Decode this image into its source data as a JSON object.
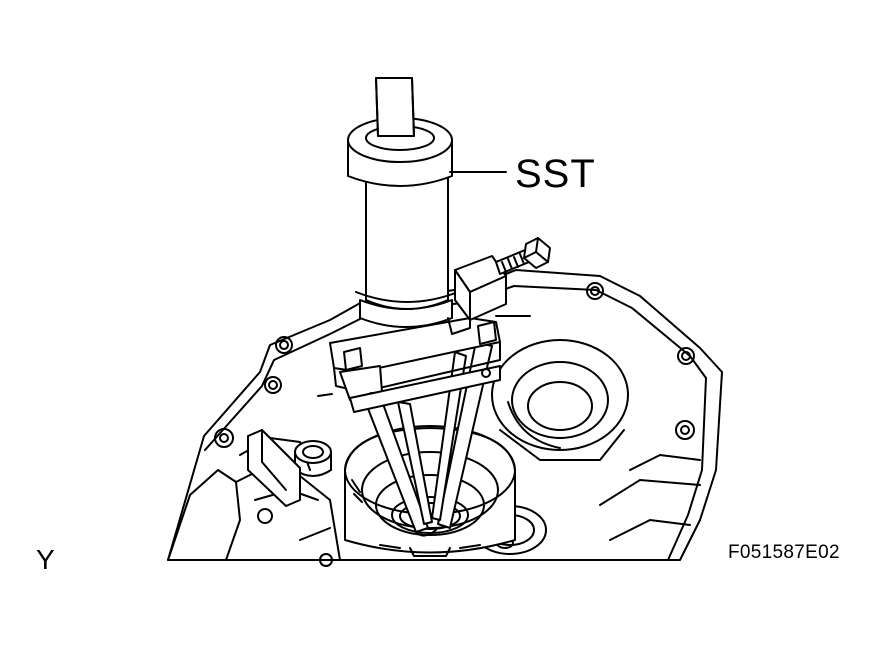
{
  "figure": {
    "callout_label": "SST",
    "corner_mark": "Y",
    "figure_code": "F051587E02"
  }
}
